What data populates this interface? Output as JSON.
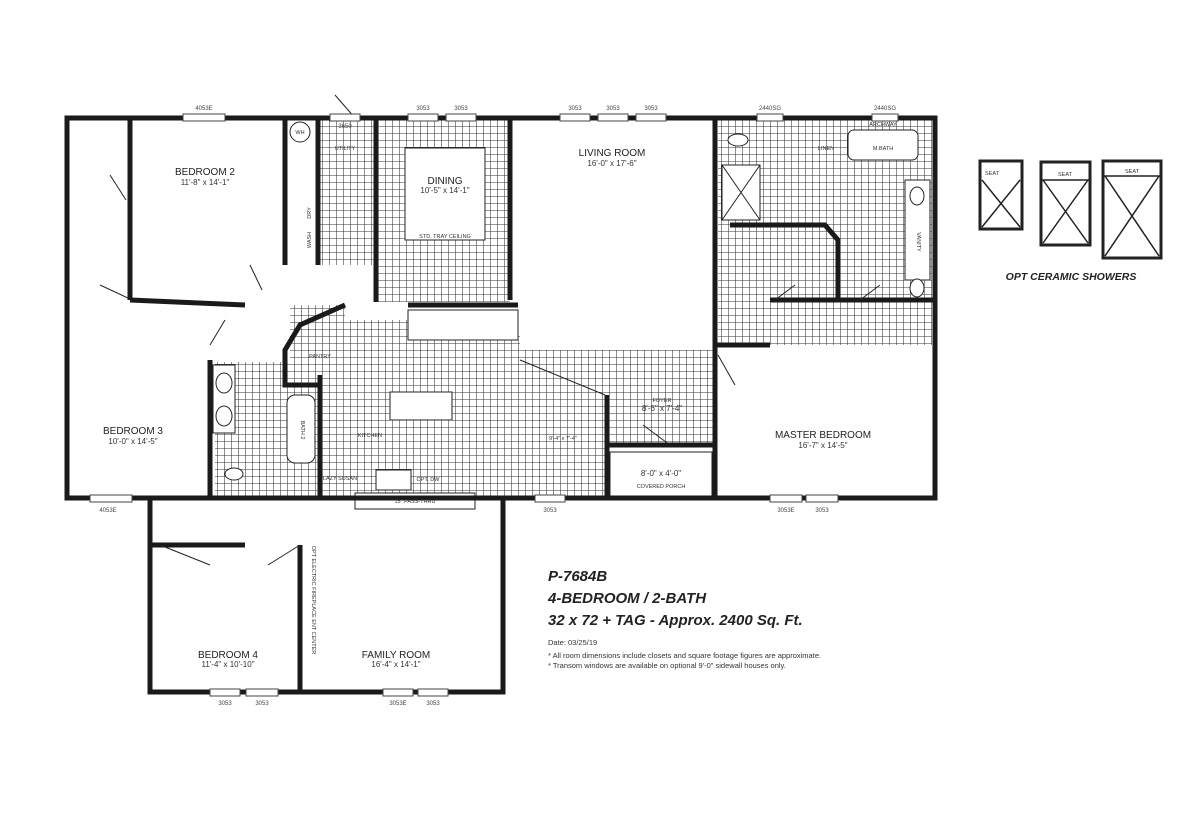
{
  "plan": {
    "model": "P-7684B",
    "bed_bath": "4-BEDROOM / 2-BATH",
    "size": "32 x 72 + TAG - Approx. 2400 Sq. Ft.",
    "date": "Date: 03/25/19",
    "notes": [
      "* All room dimensions include closets and square footage figures are approximate.",
      "* Transom windows are available on optional 9'-0\" sidewall houses only."
    ]
  },
  "rooms": {
    "bedroom2": {
      "name": "BEDROOM 2",
      "dim": "11'-8\" x 14'-1\""
    },
    "dining": {
      "name": "DINING",
      "dim": "10'-5\" x 14'-1\"",
      "note": "STD. TRAY CEILING"
    },
    "living": {
      "name": "LIVING ROOM",
      "dim": "16'-0\" x 17'-6\""
    },
    "bedroom3": {
      "name": "BEDROOM 3",
      "dim": "10'-0\" x 14'-5\""
    },
    "master": {
      "name": "MASTER BEDROOM",
      "dim": "16'-7\" x 14'-5\""
    },
    "foyer": {
      "name": "FOYER",
      "dim": "8'-6\" x 7'-4\""
    },
    "porch": {
      "name": "COVERED PORCH",
      "dim": "8'-0\" x 4'-0\""
    },
    "bedroom4": {
      "name": "BEDROOM 4",
      "dim": "11'-4\" x 10'-10\""
    },
    "family": {
      "name": "FAMILY ROOM",
      "dim": "16'-4\" x 14'-1\""
    },
    "utility": "UTILITY",
    "kitchen": "KITCHEN",
    "pantry": "PANTRY",
    "bath2": "BATH 2",
    "mbath": "M.BATH",
    "vanity": "VANITY",
    "linen": "LINEN",
    "wash": "WASH",
    "dry": "DRY",
    "wh": "WH",
    "passthru": "15\" PASS-THRU",
    "optdw": "OPT. DW",
    "lazysusan": "LAZY SUSAN",
    "archway": "ARCHWAY",
    "fireplace": "OPT ELECTRIC FIREPLACE ENT CENTER",
    "nook_dim": "9'-4\" x 7'-4\""
  },
  "windows": [
    "4053E",
    "3650",
    "3053",
    "3053",
    "3053",
    "3053",
    "3053",
    "2440SG",
    "2440SG",
    "4053E",
    "3053",
    "3053E",
    "3053",
    "3053",
    "3053",
    "3053E",
    "3053"
  ],
  "showers": {
    "title": "OPT CERAMIC SHOWERS",
    "seat": "SEAT"
  },
  "colors": {
    "wall": "#1a1a1a",
    "tile": "#333333"
  }
}
